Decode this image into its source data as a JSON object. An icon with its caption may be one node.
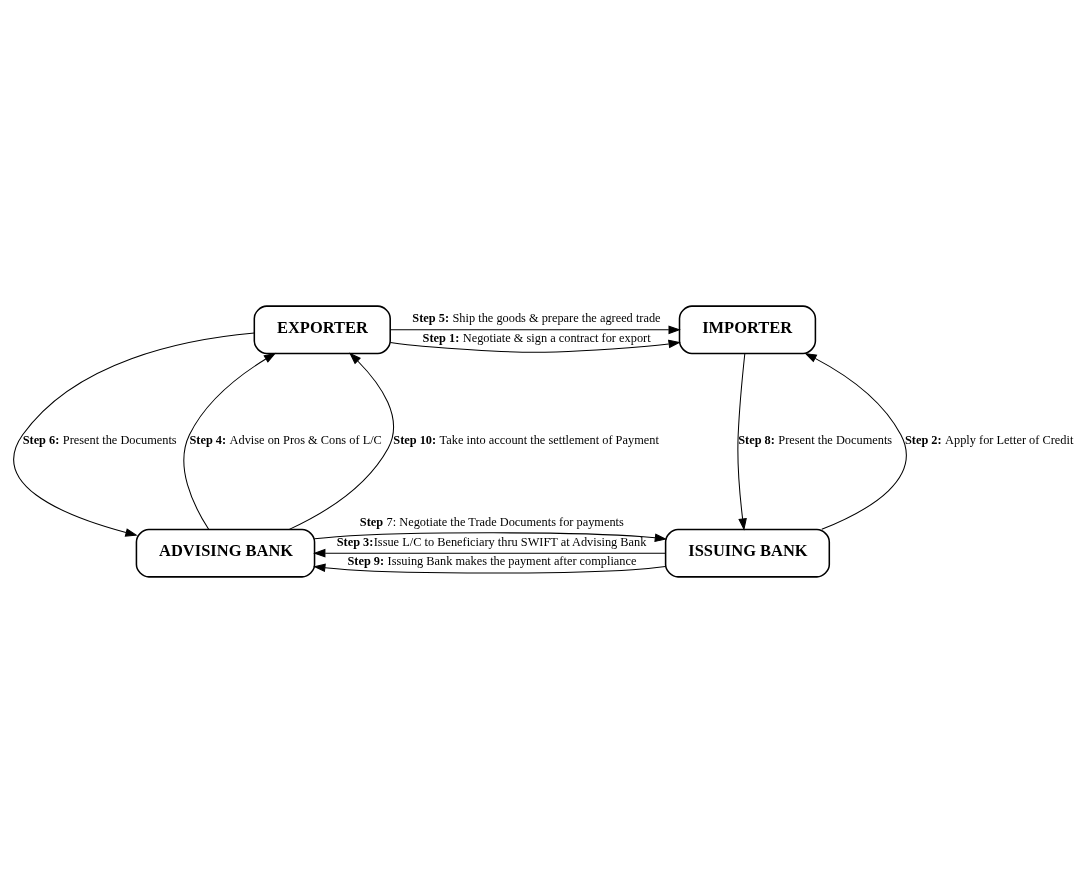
{
  "diagram": {
    "nodes": [
      {
        "text": [
          "EXPORTER"
        ]
      },
      {
        "text": [
          "IMPORTER"
        ]
      },
      {
        "text": [
          "ADVISING BANK"
        ]
      },
      {
        "text": [
          "ISSUING BANK"
        ]
      }
    ],
    "edges": [
      {
        "from": 0,
        "to": 1,
        "arrow": "to",
        "label": "**Step 1:** Negotiate & sign a contract for export"
      },
      {
        "from": 0,
        "to": 1,
        "arrow": "to",
        "label": "**Step 5:** Ship the goods & prepare the agreed trade"
      },
      {
        "from": 2,
        "to": 0,
        "arrow": "to",
        "label": "**Step 4:** Advise on Pros & Cons of L/C"
      },
      {
        "from": 0,
        "to": 2,
        "arrow": "to",
        "label": "**Step 6:** Present the Documents"
      },
      {
        "from": 2,
        "to": 0,
        "arrow": "to",
        "label": "**Step 10:** Take into account the settlement of Payment"
      },
      {
        "from": 3,
        "to": 1,
        "arrow": "to",
        "label": "**Step 2:** Apply for Letter of Credit"
      },
      {
        "from": 1,
        "to": 3,
        "arrow": "to",
        "label": "**Step 8:** Present the Documents"
      },
      {
        "from": 3,
        "to": 2,
        "arrow": "to",
        "label": "**Step 9:** Issuing Bank makes the payment after compliance"
      },
      {
        "from": 2,
        "to": 3,
        "arrow": "to",
        "label": "**Step** 7: Negotiate the Trade Documents for payments"
      },
      {
        "from": 3,
        "to": 2,
        "arrow": "to",
        "label": "**Step 3:**Issue L/C to Beneficiary thru SWIFT at Advising Bank"
      }
    ]
  }
}
